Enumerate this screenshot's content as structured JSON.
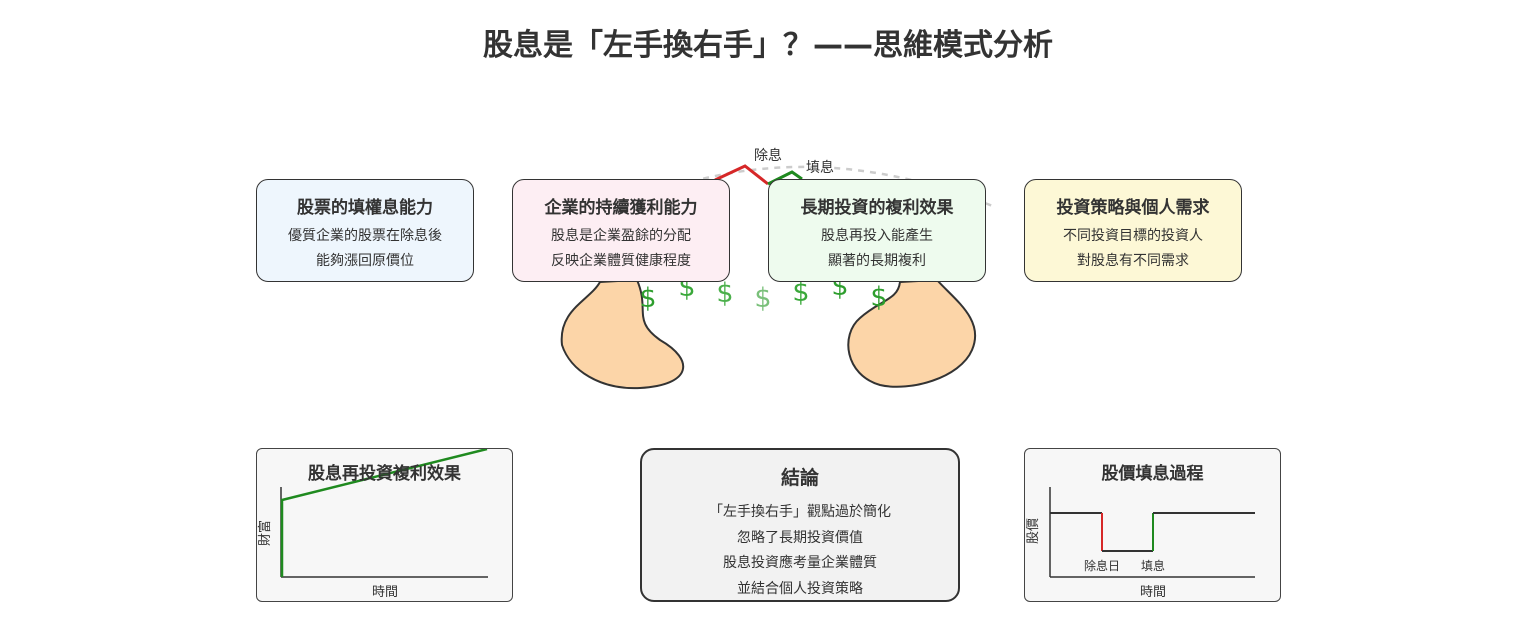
{
  "title": "股息是「左手換右手」？——思維模式分析",
  "labels": {
    "ex_dividend": "除息",
    "fill": "填息"
  },
  "dollar_symbol": "$",
  "cards": [
    {
      "title": "股票的填權息能力",
      "lines": [
        "優質企業的股票在除息後",
        "能夠漲回原價位"
      ],
      "bg": "#eef6fd"
    },
    {
      "title": "企業的持續獲利能力",
      "lines": [
        "股息是企業盈餘的分配",
        "反映企業體質健康程度"
      ],
      "bg": "#fdeef3"
    },
    {
      "title": "長期投資的複利效果",
      "lines": [
        "股息再投入能產生",
        "顯著的長期複利"
      ],
      "bg": "#eefbee"
    },
    {
      "title": "投資策略與個人需求",
      "lines": [
        "不同投資目標的投資人",
        "對股息有不同需求"
      ],
      "bg": "#fdf8d6"
    }
  ],
  "compound_chart": {
    "title": "股息再投資複利效果",
    "xlabel": "時間",
    "ylabel": "財富"
  },
  "fill_chart": {
    "title": "股價填息過程",
    "xlabel": "時間",
    "ylabel": "股價",
    "annot_ex": "除息日",
    "annot_fill": "填息"
  },
  "conclusion": {
    "title": "結論",
    "lines": [
      "「左手換右手」觀點過於簡化",
      "忽略了長期投資價值",
      "股息投資應考量企業體質",
      "並結合個人投資策略"
    ]
  },
  "colors": {
    "down": "#d62728",
    "up": "#1f8a1f",
    "hand": "#fcd5a8",
    "dollar": "#2e9e2e"
  }
}
